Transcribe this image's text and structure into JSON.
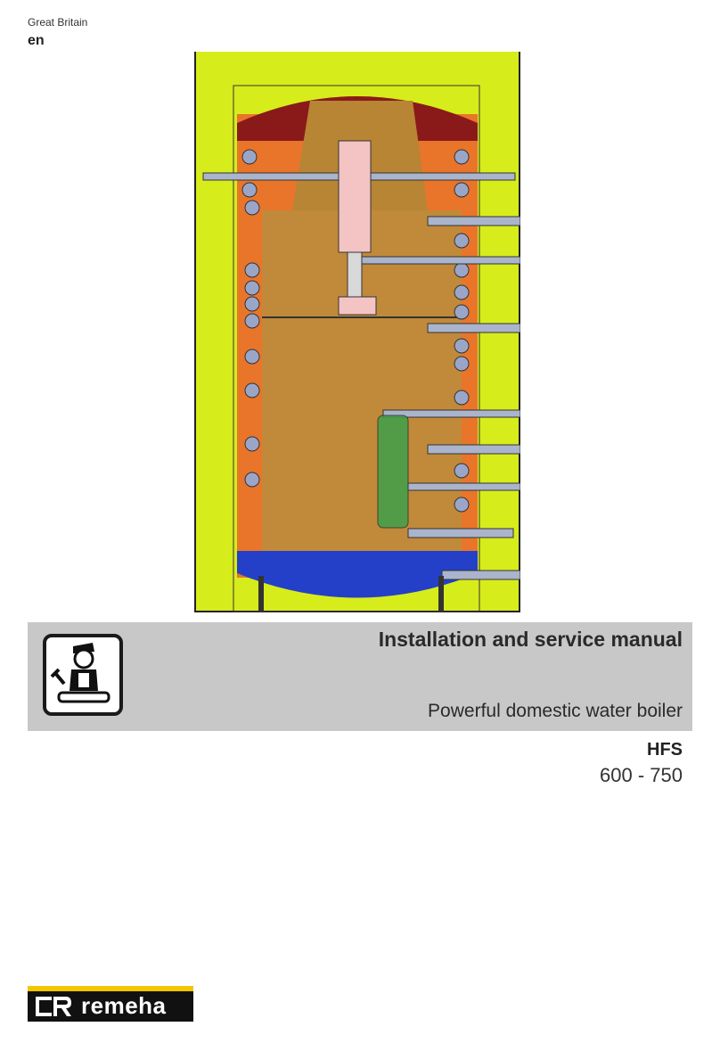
{
  "header": {
    "country": "Great Britain",
    "language": "en"
  },
  "cover_image": {
    "icon": "boiler-cutaway-illustration"
  },
  "banner": {
    "icon": "installer-technician-icon",
    "title": "Installation and service manual",
    "subtitle": "Powerful domestic water boiler"
  },
  "product": {
    "model": "HFS",
    "range": "600 - 750"
  },
  "footer": {
    "brand": "remeha",
    "colors": {
      "strip": "#f4c600",
      "plate": "#111111"
    }
  }
}
